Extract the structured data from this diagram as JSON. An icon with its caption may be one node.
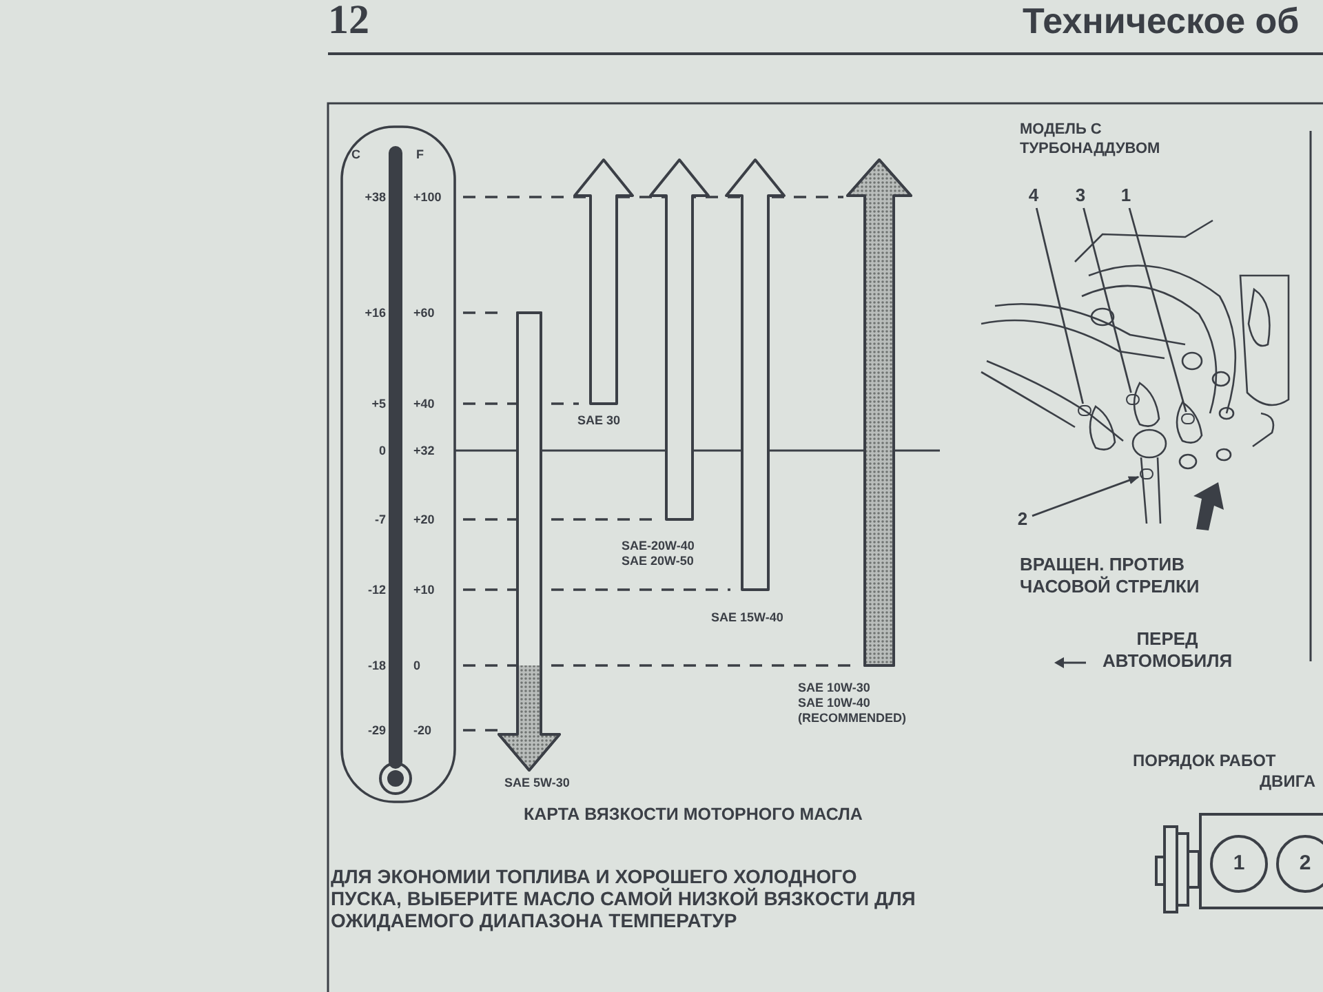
{
  "diagram": {
    "caption": "КАРТА ВЯЗКОСТИ МОТОРНОГО МАСЛА",
    "nodes": [
      {
        "text": [],
        "shape": "arrow",
        "beside": [
          "SAE 5W-30"
        ]
      },
      {
        "text": [],
        "shape": "arrow",
        "beside": [
          "SAE 30"
        ]
      },
      {
        "text": [],
        "shape": "arrow",
        "beside": [
          "SAE-20W-40",
          "SAE 20W-50"
        ]
      },
      {
        "text": [],
        "shape": "arrow",
        "beside": [
          "SAE 15W-40"
        ]
      },
      {
        "text": [],
        "shape": "arrow",
        "beside": [
          "SAE 10W-30",
          "SAE 10W-40",
          "(RECOMMENDED)"
        ]
      },
      {
        "text": [
          "4"
        ]
      },
      {
        "text": [
          "3"
        ]
      },
      {
        "text": [
          "1"
        ]
      },
      {
        "text": [
          "2"
        ]
      },
      {
        "text": [],
        "shape": "box"
      },
      {
        "text": [
          "1"
        ],
        "in": 9
      },
      {
        "text": [
          "2"
        ],
        "in": 9
      },
      {
        "text": [],
        "shape": "circle"
      },
      {
        "text": [],
        "shape": "circle"
      },
      {
        "text": [],
        "shape": "circle"
      },
      {
        "text": [],
        "shape": "circle"
      }
    ],
    "edges": [
      {
        "from": 5,
        "to": 12,
        "arrow": "none"
      },
      {
        "from": 6,
        "to": 13,
        "arrow": "none"
      },
      {
        "from": 7,
        "to": 14,
        "arrow": "none"
      },
      {
        "from": 8,
        "to": 15,
        "arrow": "to"
      }
    ],
    "labels": [
      "12",
      "Техническое об",
      "C",
      "F",
      "+38",
      "+100",
      "+16",
      "+60",
      "+5",
      "+40",
      "0",
      "+32",
      "-7",
      "+20",
      "-12",
      "+10",
      "-18",
      "0",
      "-29",
      "-20",
      "МОДЕЛЬ С ТУРБОНАДДУВОМ",
      "ВРАЩЕН. ПРОТИВ ЧАСОВОЙ СТРЕЛКИ",
      "ПЕРЕД АВТОМОБИЛЯ",
      "ДЛЯ ЭКОНОМИИ ТОПЛИВА И ХОРОШЕГО ХОЛОДНОГО ПУСКА, ВЫБЕРИТЕ МАСЛО САМОЙ НИЗКОЙ ВЯЗКОСТИ ДЛЯ ОЖИДАЕМОГО ДИАПАЗОНА ТЕМПЕРАТУР",
      "ПОРЯДОК РАБОТ",
      "ДВИГА"
    ]
  }
}
